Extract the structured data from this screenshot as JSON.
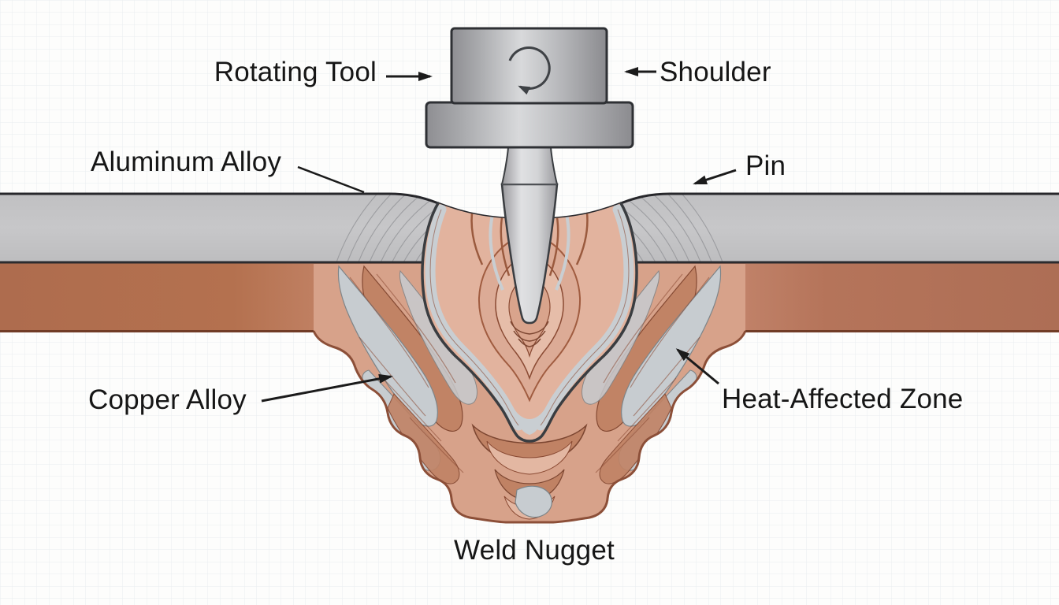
{
  "labels": {
    "rotating_tool": "Rotating Tool",
    "shoulder": "Shoulder",
    "aluminum_alloy": "Aluminum Alloy",
    "pin": "Pin",
    "copper_alloy": "Copper Alloy",
    "heat_affected_zone": "Heat-Affected Zone",
    "weld_nugget": "Weld Nugget"
  },
  "colors": {
    "aluminum_plate": "#c2c2c4",
    "copper_plate": "#b5724f",
    "copper_plate_hot_center": "#d89f88",
    "tool_metal_light": "#d8d9db",
    "tool_metal_dark": "#8e8e92",
    "weld_base_salmon": "#d7a28a",
    "stir_zone_fill": "#e2b39e",
    "swirl_gray": "#c7ccd0",
    "swirl_copper": "#c08264",
    "swirl_stroke_dark": "#8a4a33",
    "stir_outline": "#3a3d41",
    "plate_edge_line": "#27272b",
    "copper_bottom_line": "#713c26",
    "label_text": "#161616"
  }
}
